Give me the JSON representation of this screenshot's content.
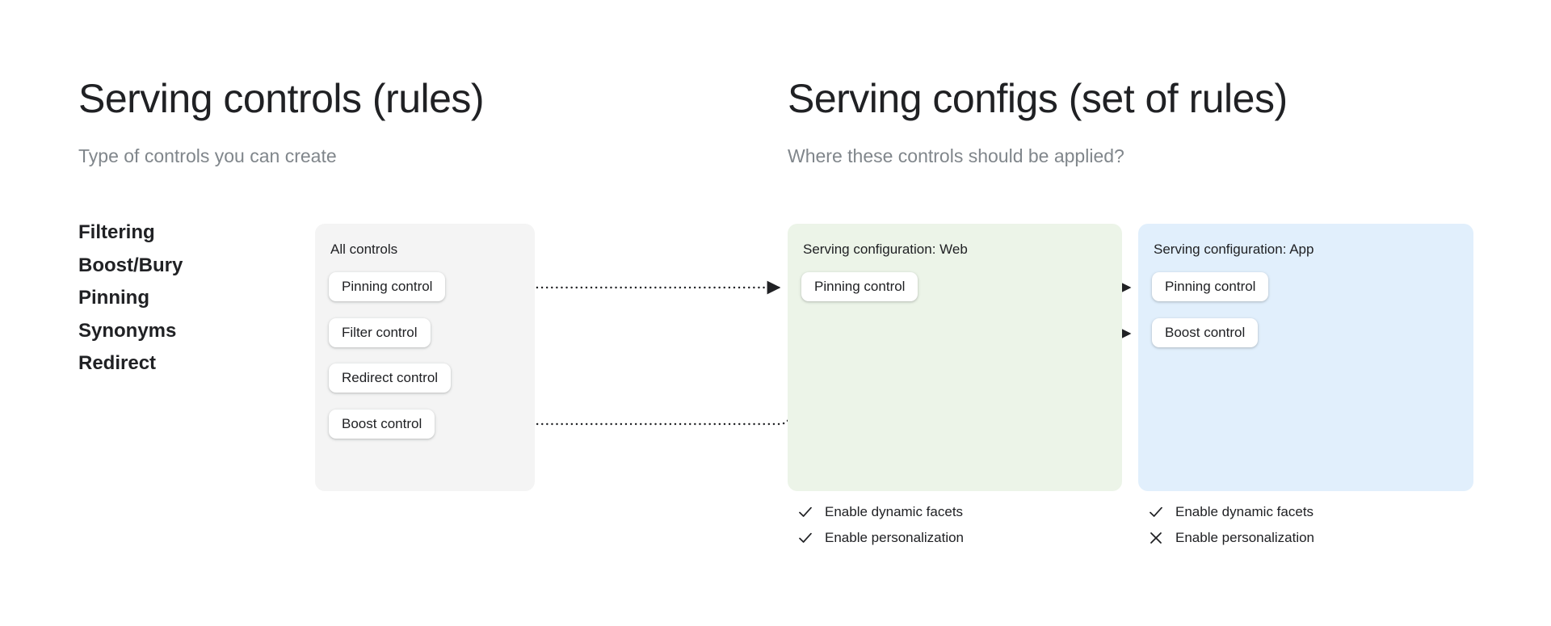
{
  "left_column": {
    "title": "Serving controls (rules)",
    "subtitle": "Type of controls you can create",
    "control_types": [
      "Filtering",
      "Boost/Bury",
      "Pinning",
      "Synonyms",
      "Redirect"
    ],
    "panel": {
      "title": "All controls",
      "chips": [
        "Pinning control",
        "Filter control",
        "Redirect control",
        "Boost control"
      ]
    }
  },
  "right_column": {
    "title": "Serving configs (set of rules)",
    "subtitle": "Where these controls should be applied?",
    "configs": [
      {
        "title": "Serving configuration: Web",
        "chips": [
          "Pinning control"
        ],
        "features": [
          {
            "icon": "check-icon",
            "label": "Enable dynamic facets",
            "enabled": true
          },
          {
            "icon": "check-icon",
            "label": "Enable personalization",
            "enabled": true
          }
        ]
      },
      {
        "title": "Serving configuration: App",
        "chips": [
          "Pinning control",
          "Boost control"
        ],
        "features": [
          {
            "icon": "check-icon",
            "label": "Enable dynamic facets",
            "enabled": true
          },
          {
            "icon": "cross-icon",
            "label": "Enable personalization",
            "enabled": false
          }
        ]
      }
    ]
  },
  "connectors": [
    {
      "from": "all-controls.pinning-control",
      "to": "web-config.pinning-control",
      "style": "dotted-arrow"
    },
    {
      "from": "web-config.pinning-control",
      "to": "app-config.pinning-control",
      "style": "dotted-arrow"
    },
    {
      "from": "all-controls.boost-control",
      "to": "app-config.boost-control",
      "style": "dotted-arrow-elbow"
    }
  ],
  "colors": {
    "background": "#ffffff",
    "title_text": "#202124",
    "subtitle_text": "#80868b",
    "panel_all_controls": "#f4f4f4",
    "panel_web": "#ecf4e8",
    "panel_app": "#e1effc",
    "chip_background": "#ffffff",
    "connector": "#202124"
  }
}
